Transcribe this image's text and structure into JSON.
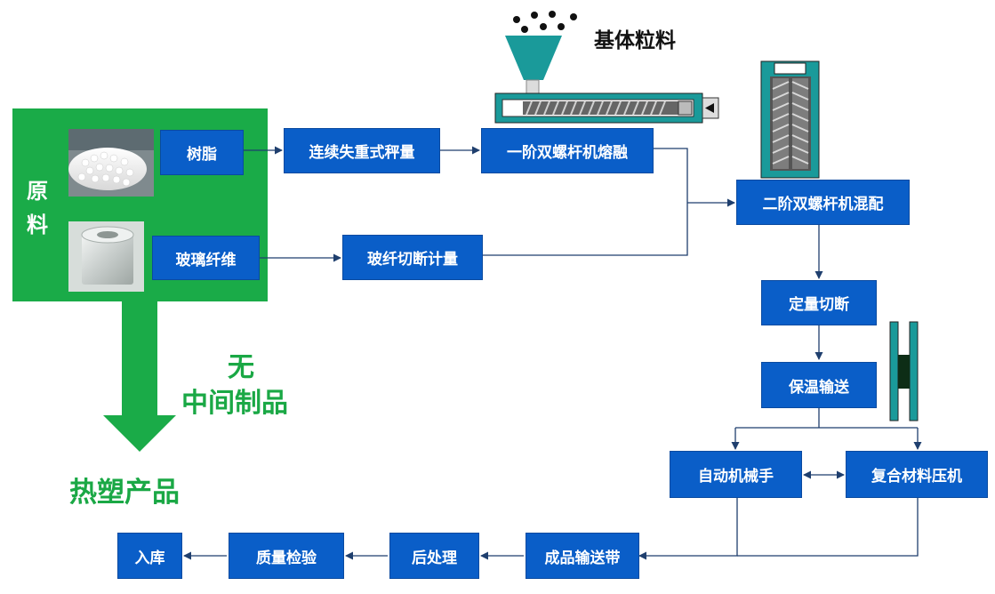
{
  "raw_material_label": "原\n料",
  "materials": {
    "resin": "树脂",
    "glass_fiber": "玻璃纤维"
  },
  "process": {
    "continuous_weighing": "连续失重式秤量",
    "first_stage_melt": "一阶双螺杆机熔融",
    "fiber_cut_metering": "玻纤切断计量",
    "second_stage_mix": "二阶双螺杆机混配",
    "fixed_cut": "定量切断",
    "heat_conveying": "保温输送",
    "robot_arm": "自动机械手",
    "composite_press": "复合材料压机",
    "product_conveyor": "成品输送带",
    "post_processing": "后处理",
    "quality_inspection": "质量检验",
    "warehousing": "入库"
  },
  "matrix_pellets": "基体粒料",
  "no_intermediate_line1": "无",
  "no_intermediate_line2": "中间制品",
  "thermoplastic_product": "热塑产品",
  "colors": {
    "box": "#0a5ec8",
    "green": "#1aab48",
    "arrow": "#1f3f6e",
    "teal": "#1a9a9a"
  },
  "icons": {
    "hopper": "hopper-icon",
    "barrel": "extruder-barrel-icon",
    "mixer": "vertical-mixer-icon",
    "press": "press-plates-icon",
    "resin": "resin-pellets-image",
    "fiber": "glass-fiber-roll-image"
  }
}
